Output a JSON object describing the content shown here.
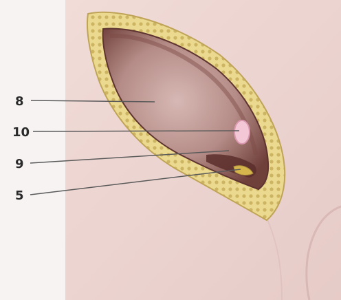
{
  "labels": {
    "l8": "8",
    "l10": "10",
    "l9": "9",
    "l5": "5"
  },
  "colors": {
    "background": "#f7f3f3",
    "skin": "#ecd4d0",
    "skin_shadow": "#d9b9b6",
    "wound_edge": "#e7d58c",
    "wound_edge_dots": "#c9b15c",
    "cavity_outer": "#7a4a45",
    "cavity_inner": "#c7a3a0",
    "highlight": "#f2c6d4",
    "leader_line": "#555555"
  }
}
